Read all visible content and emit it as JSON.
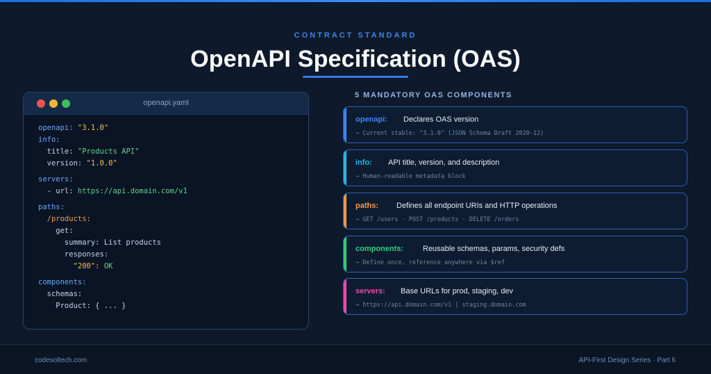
{
  "header": {
    "eyebrow": "CONTRACT STANDARD",
    "title": "OpenAPI Specification (OAS)"
  },
  "code_window": {
    "filename": "openapi.yaml",
    "lines": [
      {
        "parts": [
          {
            "t": "openapi: ",
            "c": "k"
          },
          {
            "t": "\"3.1.0\"",
            "c": "s"
          }
        ]
      },
      {
        "parts": [
          {
            "t": "info:",
            "c": "k"
          }
        ]
      },
      {
        "parts": [
          {
            "t": "  title: ",
            "c": "kw"
          },
          {
            "t": "\"Products API\"",
            "c": "g"
          }
        ]
      },
      {
        "parts": [
          {
            "t": "  version: ",
            "c": "kw"
          },
          {
            "t": "\"1.0.0\"",
            "c": "s"
          }
        ]
      },
      {
        "parts": [
          {
            "t": "servers:",
            "c": "k"
          }
        ]
      },
      {
        "parts": [
          {
            "t": "  - url: ",
            "c": "kw"
          },
          {
            "t": "https://api.domain.com/v1",
            "c": "g"
          }
        ]
      },
      {
        "parts": [
          {
            "t": "paths:",
            "c": "k"
          }
        ]
      },
      {
        "parts": [
          {
            "t": "  /products:",
            "c": "o"
          }
        ]
      },
      {
        "parts": [
          {
            "t": "    get:",
            "c": "kw"
          }
        ]
      },
      {
        "parts": [
          {
            "t": "      summary: ",
            "c": "kw"
          },
          {
            "t": "List products",
            "c": "kw"
          }
        ]
      },
      {
        "parts": [
          {
            "t": "      responses:",
            "c": "kw"
          }
        ]
      },
      {
        "parts": [
          {
            "t": "        \"200\": ",
            "c": "s"
          },
          {
            "t": "OK",
            "c": "g"
          }
        ]
      },
      {
        "parts": [
          {
            "t": "components:",
            "c": "k"
          }
        ]
      },
      {
        "parts": [
          {
            "t": "  schemas:",
            "c": "kw"
          }
        ]
      },
      {
        "parts": [
          {
            "t": "    Product: { ... }",
            "c": "kw"
          }
        ]
      }
    ]
  },
  "components_panel": {
    "heading": "5 MANDATORY OAS COMPONENTS",
    "items": [
      {
        "key": "openapi:",
        "desc": "Declares OAS version",
        "sub": "→ Current stable: \"3.1.0\" (JSON Schema Draft 2020-12)",
        "color": "#3a86f0"
      },
      {
        "key": "info:",
        "desc": "API title, version, and description",
        "sub": "→ Human-readable metadata block",
        "color": "#2fb4e8"
      },
      {
        "key": "paths:",
        "desc": "Defines all endpoint URIs and HTTP operations",
        "sub": "→ GET /users · POST /products · DELETE /orders",
        "color": "#f29a4a"
      },
      {
        "key": "components:",
        "desc": "Reusable schemas, params, security defs",
        "sub": "→ Define once, reference anywhere via $ref",
        "color": "#2fcf7f"
      },
      {
        "key": "servers:",
        "desc": "Base URLs for prod, staging, dev",
        "sub": "→ https://api.domain.com/v1 | staging.domain.com",
        "color": "#e84aa8"
      }
    ]
  },
  "footer": {
    "left": "codesoltech.com",
    "right": "API-First Design Series · Part 6"
  }
}
